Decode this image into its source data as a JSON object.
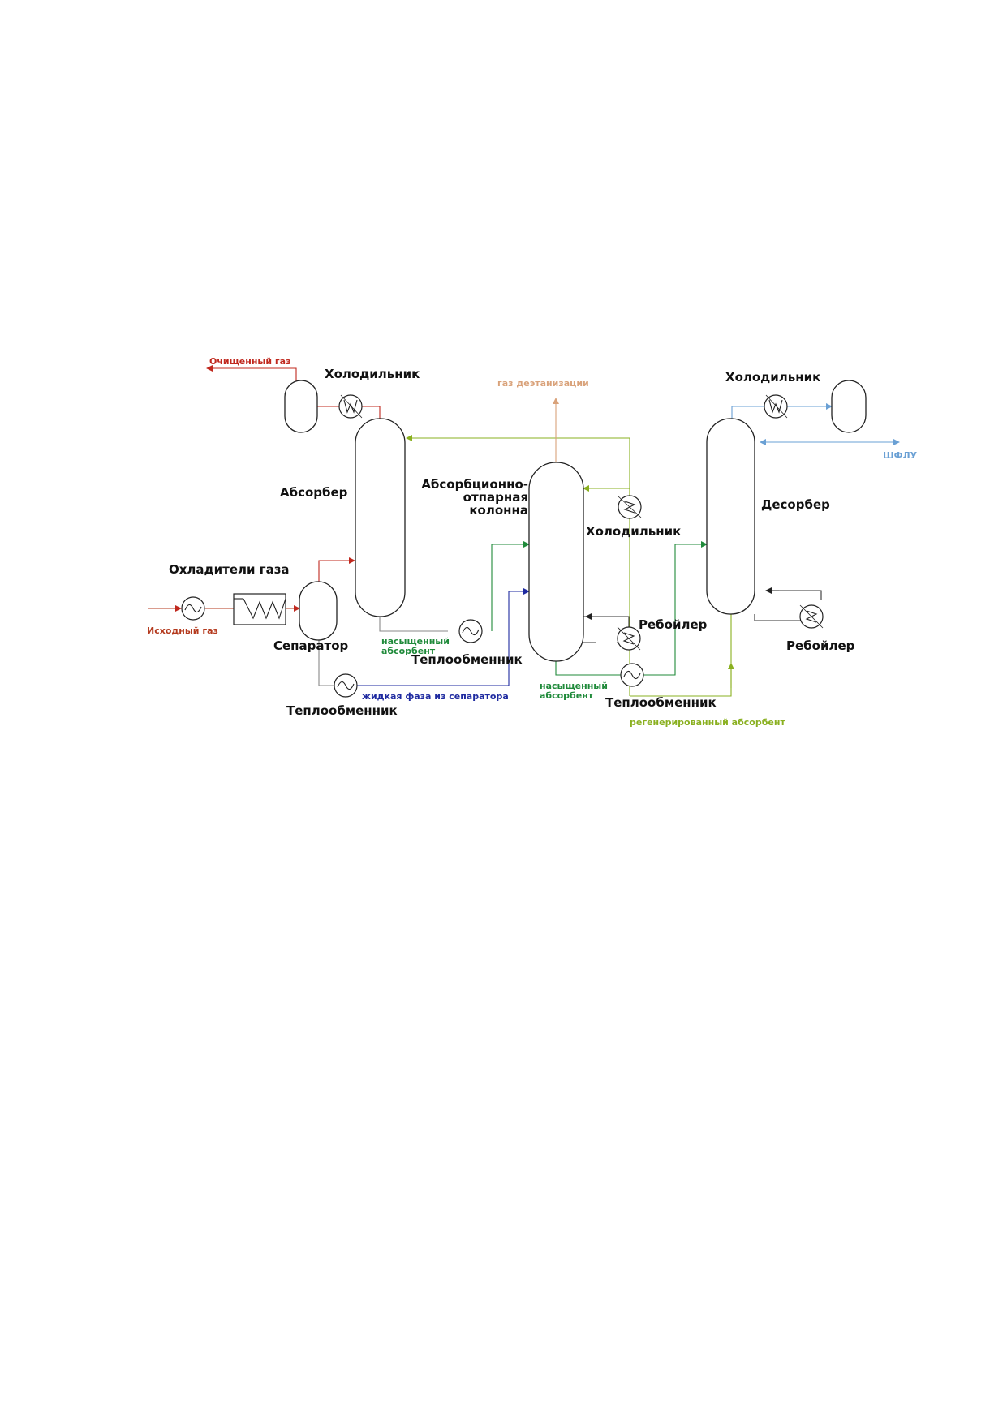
{
  "title": "",
  "labels": {
    "kholodilnik_1": "Холодильник",
    "kholodilnik_2": "Холодильник",
    "kholodilnik_3": "Холодильник",
    "absorber": "Абсорбер",
    "abs_otp_line1": "Абсорбционно-",
    "abs_otp_line2": "отпарная",
    "abs_otp_line3": "колонна",
    "desorber": "Десорбер",
    "okhladiteli": "Охладители газа",
    "separator": "Сепаратор",
    "teploobmennik_1": "Теплообменник",
    "teploobmennik_2": "Теплообменник",
    "teploobmennik_3": "Теплообменник",
    "reboiler_1": "Ребойлер",
    "reboiler_2": "Ребойлер"
  },
  "streams": {
    "clean_gas": "Очищенный газ",
    "deethanization_gas": "газ деэтанизации",
    "shflu": "ШФЛУ",
    "feed_gas": "Исходный газ",
    "saturated_1_line1": "насыщенный",
    "saturated_1_line2": "абсорбент",
    "saturated_2_line1": "насыщенный",
    "saturated_2_line2": "абсорбент",
    "liquid_from_separator": "жидкая фаза из сепаратора",
    "regenerated_absorbent": "регенерированный абсорбент"
  },
  "colors": {
    "clean_gas": "#c0281e",
    "feed_gas": "#b43a1e",
    "deethanization_gas": "#d9a27a",
    "shflu": "#6aa0d4",
    "saturated": "#1f8a3a",
    "liquid_from_separator": "#1e2aa0",
    "regenerated": "#8ab020",
    "pipe_dark": "#333333"
  }
}
